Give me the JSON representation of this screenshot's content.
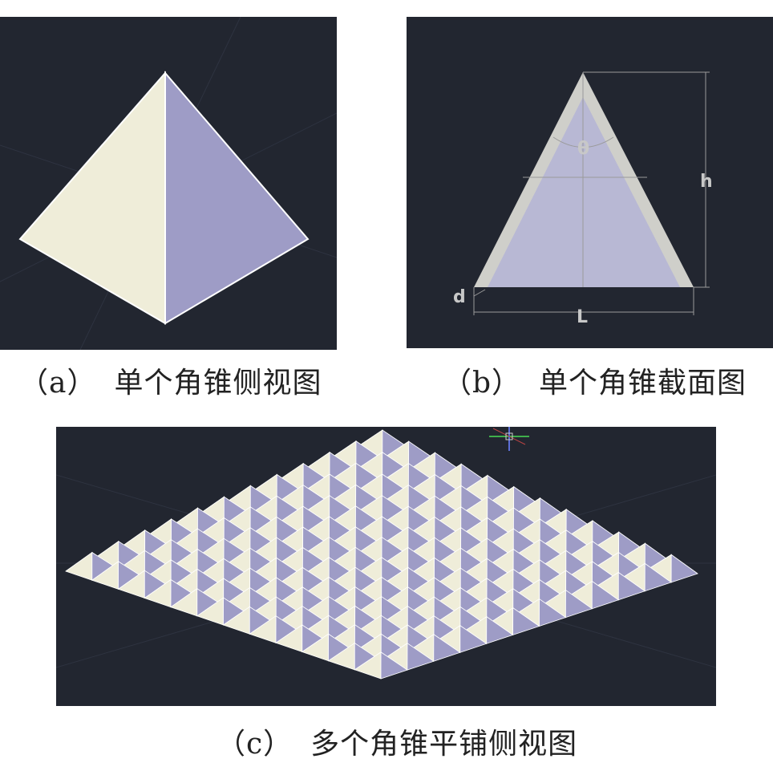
{
  "panels": {
    "a": {
      "mark": "（a）",
      "caption": "单个角锥侧视图"
    },
    "b": {
      "mark": "（b）",
      "caption": "单个角锥截面图",
      "labels": {
        "theta": "θ",
        "h": "h",
        "d": "d",
        "L": "L"
      }
    },
    "c": {
      "mark": "（c）",
      "caption": "多个角锥平铺侧视图",
      "grid_count": 12
    }
  },
  "colors": {
    "background": "#222630",
    "face_light": "#efedd9",
    "face_dark": "#9e9cc6",
    "shell_gray": "#cfcfca",
    "section_fill": "#b8b8d4",
    "dimension_line": "#9a9a9a"
  }
}
